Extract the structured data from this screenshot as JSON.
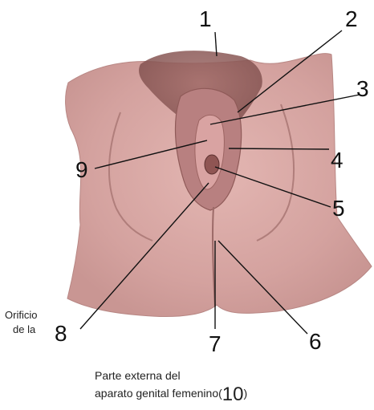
{
  "figure": {
    "labels": [
      "1",
      "2",
      "3",
      "4",
      "5",
      "6",
      "7",
      "8",
      "9"
    ],
    "side_note": {
      "line1": "Orificio",
      "line2": "de la"
    },
    "caption": {
      "line1": "Parte externa del",
      "line2": "aparato genital femenino",
      "number": "10"
    },
    "colors": {
      "skin": "#d8a8a5",
      "skin_dark": "#a36a68",
      "hair": "#8c5a58",
      "lines": "#111111"
    }
  }
}
